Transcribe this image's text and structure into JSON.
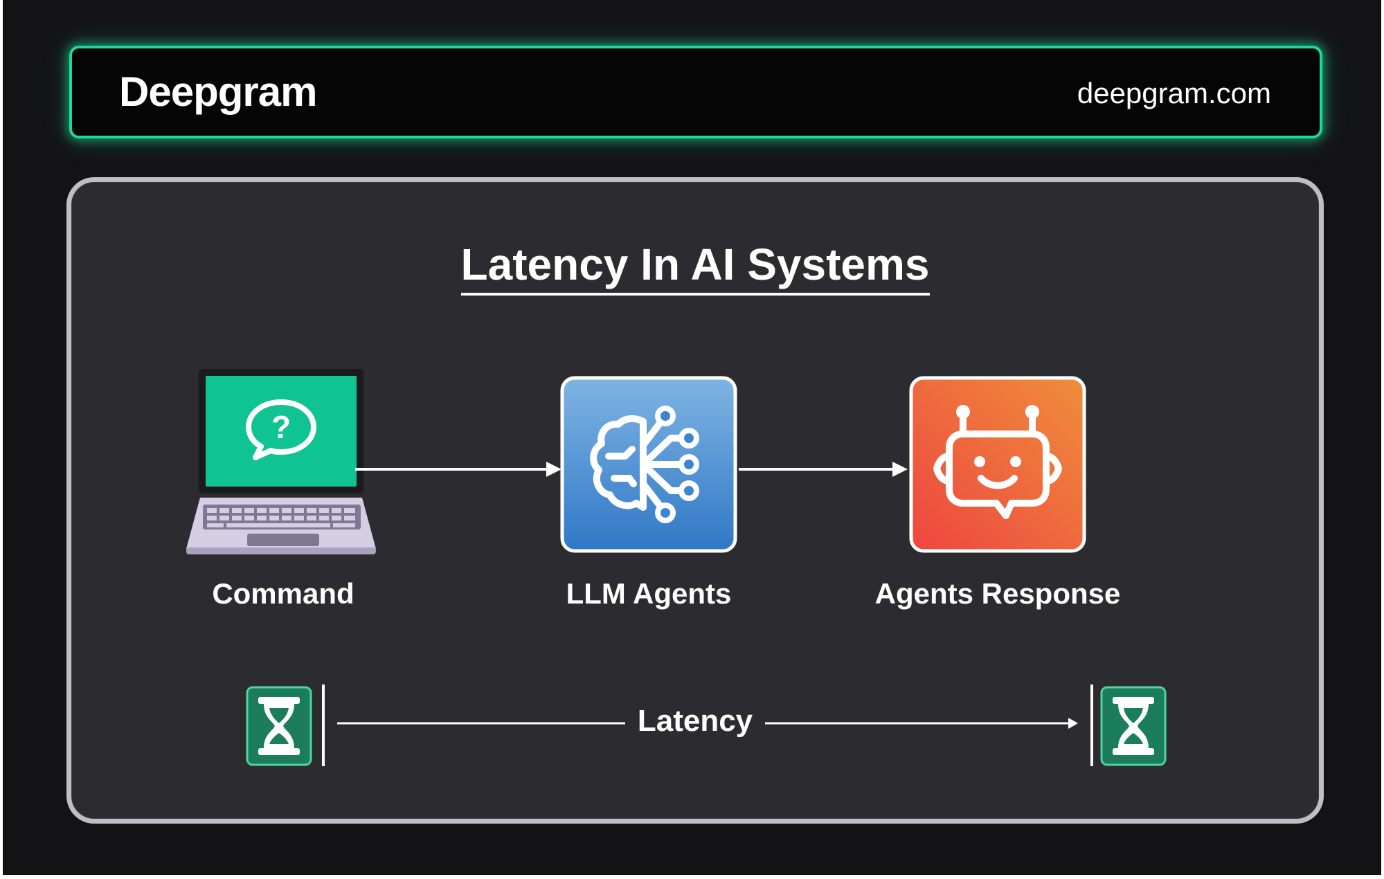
{
  "header": {
    "logo_text": "Deepgram",
    "site": "deepgram.com",
    "accent_color": "#1ed89a"
  },
  "diagram": {
    "title": "Latency In AI Systems",
    "nodes": [
      {
        "label": "Command",
        "icon": "laptop-question-icon",
        "color": "#0fc392"
      },
      {
        "label": "LLM Agents",
        "icon": "brain-network-icon",
        "color": "#3d86cf"
      },
      {
        "label": "Agents Response",
        "icon": "robot-chat-icon",
        "color": "#ee5a3a"
      }
    ],
    "latency": {
      "label": "Latency",
      "start_icon": "hourglass-icon",
      "end_icon": "hourglass-icon",
      "color": "#1b7d5c"
    }
  }
}
